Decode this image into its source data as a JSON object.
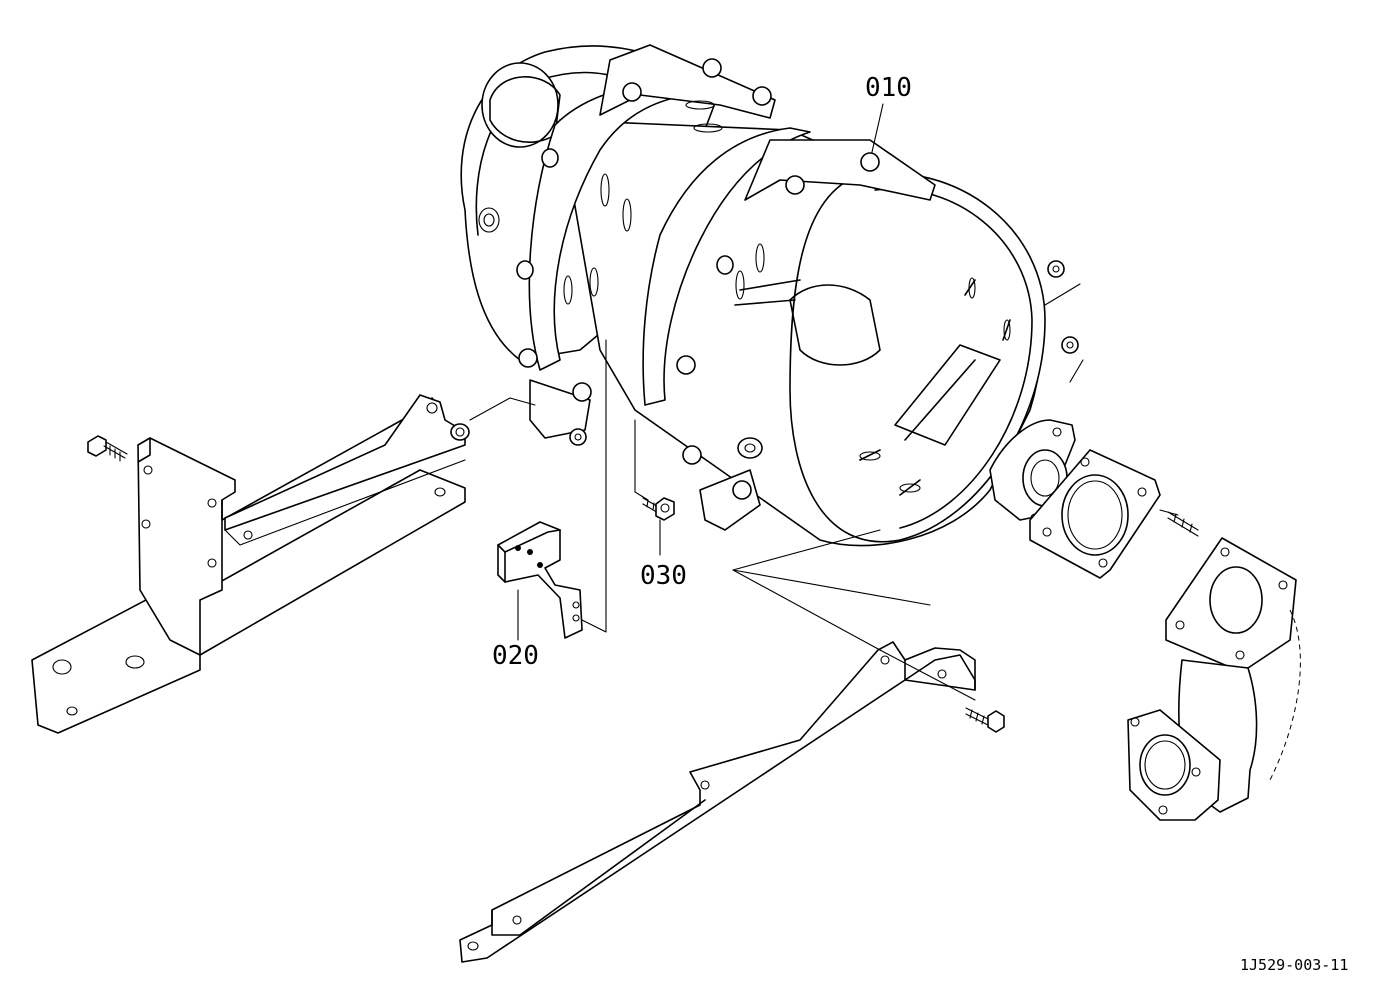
{
  "callouts": {
    "c010": "010",
    "c020": "020",
    "c030": "030"
  },
  "drawing_code": "1J529-003-11"
}
